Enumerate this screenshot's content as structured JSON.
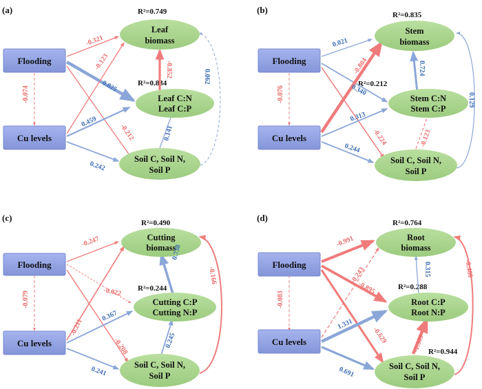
{
  "colors": {
    "positive": "#8ba6d8",
    "negative": "#ef7b7b",
    "box": "#8e9fe0",
    "ellipse": "#a7d38a"
  },
  "panels": [
    {
      "label": "(a)",
      "flooding": "Flooding",
      "cu": "Cu levels",
      "top": [
        "Leaf",
        "biomass"
      ],
      "mid": [
        "Leaf C:N",
        "Leaf C:P"
      ],
      "bot": [
        "Soil C, Soil N,",
        "Soil P"
      ],
      "r2_top": "R²=0.749",
      "r2_mid": "R²=0.834",
      "r2_bot": "",
      "coef": {
        "fl_top": "-0.321",
        "fl_mid": "0.825",
        "fl_bot": "-0.212",
        "fl_cu": "-0.074",
        "cu_top": "-0.123",
        "cu_mid": "0.459",
        "cu_bot": "0.242",
        "mid_top": "-0.852",
        "bot_mid": "0.141",
        "bot_top": "0.062"
      }
    },
    {
      "label": "(b)",
      "flooding": "Flooding",
      "cu": "Cu levels",
      "top": [
        "Stem",
        "biomass"
      ],
      "mid": [
        "Stem C:N",
        "Stem C:P"
      ],
      "bot": [
        "Soil C, Soil N,",
        "Soil P"
      ],
      "r2_top": "R²=0.835",
      "r2_mid": "R²=0.212",
      "r2_bot": "",
      "coef": {
        "fl_top": "0.021",
        "fl_mid": "0.340",
        "fl_bot": "-0.224",
        "fl_cu": "-0.076",
        "cu_top": "-0.804",
        "cu_mid": "0.313",
        "cu_bot": "0.244",
        "mid_top": "0.724",
        "bot_mid": "-0.123",
        "bot_top": "0.129"
      }
    },
    {
      "label": "(c)",
      "flooding": "Flooding",
      "cu": "Cu levels",
      "top": [
        "Cutting",
        "biomass"
      ],
      "mid": [
        "Cutting C:P",
        "Cutting N:P"
      ],
      "bot": [
        "Soil C, Soil N,",
        "Soil P"
      ],
      "r2_top": "R²=0.490",
      "r2_mid": "R²=0.244",
      "r2_bot": "",
      "coef": {
        "fl_top": "-0.247",
        "fl_mid": "-0.022",
        "fl_bot": "-0.208",
        "fl_cu": "-0.079",
        "cu_top": "-0.211",
        "cu_mid": "0.367",
        "cu_bot": "0.241",
        "mid_top": "0.738",
        "bot_mid": "0.245",
        "bot_top": "-0.166"
      }
    },
    {
      "label": "(d)",
      "flooding": "Flooding",
      "cu": "Cu levels",
      "top": [
        "Root",
        "biomass"
      ],
      "mid": [
        "Root C:P",
        "Root N:P"
      ],
      "bot": [
        "Soil C, Soil N,",
        "Soil P"
      ],
      "r2_top": "R²=0.764",
      "r2_mid": "R²=0.288",
      "r2_bot": "R²=0.944",
      "coef": {
        "fl_top": "-0.991",
        "fl_mid": "-0.895",
        "fl_bot": "-0.629",
        "fl_cu": "-0.083",
        "cu_top": "-0.243",
        "cu_mid": "1.331",
        "cu_bot": "0.691",
        "mid_top": "0.315",
        "bot_mid": "-1.309",
        "bot_top": "-0.480"
      }
    }
  ]
}
